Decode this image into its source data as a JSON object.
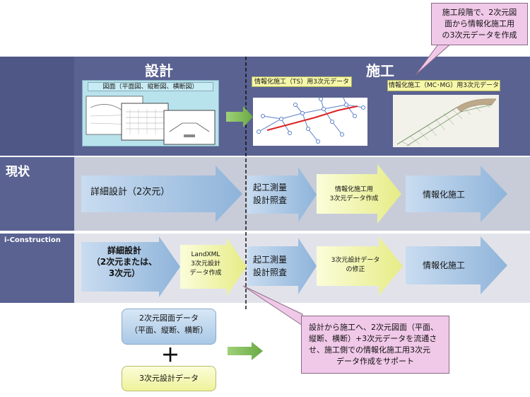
{
  "header": {
    "design_title": "設計",
    "construction_title": "施工",
    "drawing_label": "図面（平面図、縦断図、横断図）",
    "ts_label": "情報化施工（TS）用3次元データ",
    "mcmg_label": "情報化施工（MC･MG）用3次元データ"
  },
  "top_callout": {
    "lines": [
      "施工段階で、2次元図",
      "面から情報化施工用",
      "の3次元データを作成"
    ]
  },
  "current_row": {
    "label": "現状",
    "arrows": [
      {
        "text": "詳細設計（2次元）"
      },
      {
        "text": "起工測量\n設計照査"
      },
      {
        "text": "情報化施工用\n3次元データ作成"
      },
      {
        "text": "情報化施工"
      }
    ]
  },
  "iconstruction_row": {
    "label": "i-Construction",
    "arrows": [
      {
        "text": "詳細設計\n（2次元または、\n3次元）"
      },
      {
        "text": "LandXML\n3次元設計\nデータ作成"
      },
      {
        "text": "起工測量\n設計照査"
      },
      {
        "text": "3次元設計データ\nの修正"
      },
      {
        "text": "情報化施工"
      }
    ]
  },
  "legend": {
    "box1": "2次元図面データ\n（平面、縦断、横断）",
    "plus": "＋",
    "box2": "3次元設計データ"
  },
  "bottom_callout": {
    "lines": [
      "設計から施工へ、2次元図面（平面、",
      "縦断、横断）+3次元データを流通さ",
      "せ、施工側での情報化施工用3次元",
      "データ作成をサポート"
    ]
  },
  "colors": {
    "blue_arrow": "#a9c8e6",
    "yellow_arrow": "#f1f5a6",
    "green_arrow": "#7fb85a",
    "band": "#5a6292",
    "callout": "#f0c8e8",
    "red_line": "#dd2222"
  }
}
